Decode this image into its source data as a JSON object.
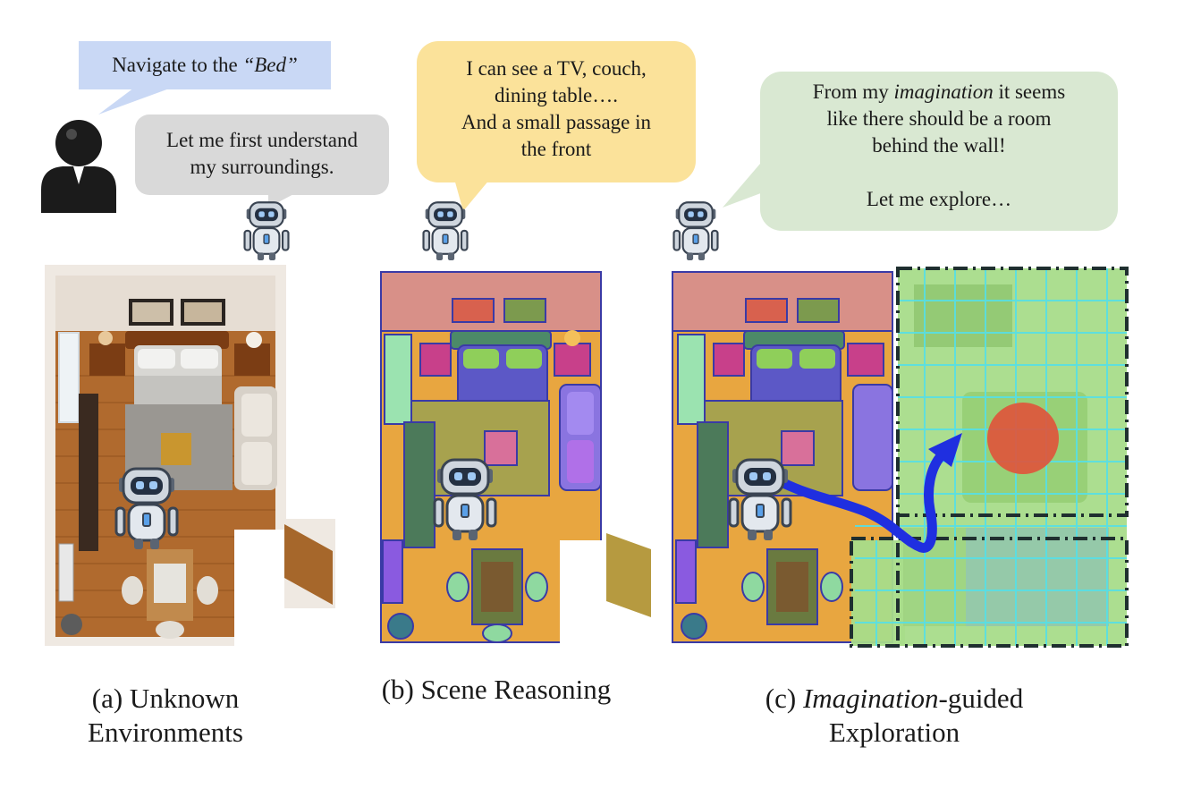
{
  "user_bubble": {
    "prefix": "Navigate to the ",
    "target": "“Bed”"
  },
  "robot_bubble_a": {
    "lines": [
      "Let me first understand",
      "my surroundings."
    ]
  },
  "robot_bubble_b": {
    "lines": [
      "I can see a TV, couch,",
      "dining table….",
      "And a small passage in",
      "the front"
    ]
  },
  "robot_bubble_c": {
    "line1_pre": "From my ",
    "line1_em": "imagination",
    "line1_post": " it seems",
    "line2": "like there should be a room",
    "line3": "behind the wall!",
    "line4": "Let me explore…"
  },
  "captions": {
    "a": {
      "line1": "(a) Unknown",
      "line2": "Environments"
    },
    "b": {
      "line1": "(b) Scene Reasoning"
    },
    "c": {
      "line1_em": "Imagination",
      "line1_pre": "(c) ",
      "line1_post": "-guided",
      "line2": "Exploration"
    }
  },
  "colors": {
    "user_bubble": "#c9d8f5",
    "robot_bubble_a": "#d9d9d9",
    "robot_bubble_b": "#fbe29a",
    "robot_bubble_c": "#d9e8d2",
    "path": "#1f2fe0",
    "goal": "#e0523a"
  }
}
